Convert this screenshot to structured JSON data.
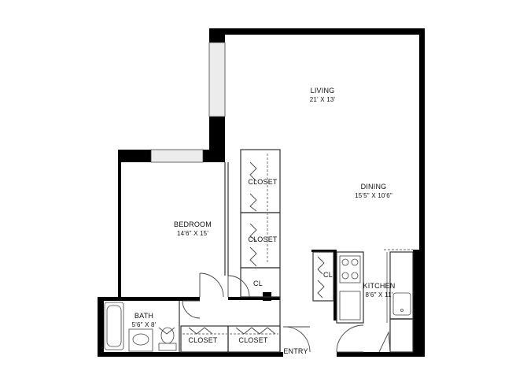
{
  "rooms": {
    "living": {
      "name": "LIVING",
      "dims": "21' X 13'"
    },
    "dining": {
      "name": "DINING",
      "dims": "15'5\" X 10'6\""
    },
    "bedroom": {
      "name": "BEDROOM",
      "dims": "14'6\" X 15'"
    },
    "kitchen": {
      "name": "KITCHEN",
      "dims": "8'6\" X 11'"
    },
    "bath": {
      "name": "BATH",
      "dims": "5'6\" X 8'"
    }
  },
  "labels": {
    "closet_bed_upper": "CLOSET",
    "closet_bed_lower": "CLOSET",
    "cl_small": "CL",
    "cl_kitchen": "CL",
    "closet_hall_left": "CLOSET",
    "closet_hall_right": "CLOSET",
    "entry": "ENTRY"
  },
  "colors": {
    "wall": "#000000",
    "line": "#555555",
    "window": "#e6e6e6"
  }
}
